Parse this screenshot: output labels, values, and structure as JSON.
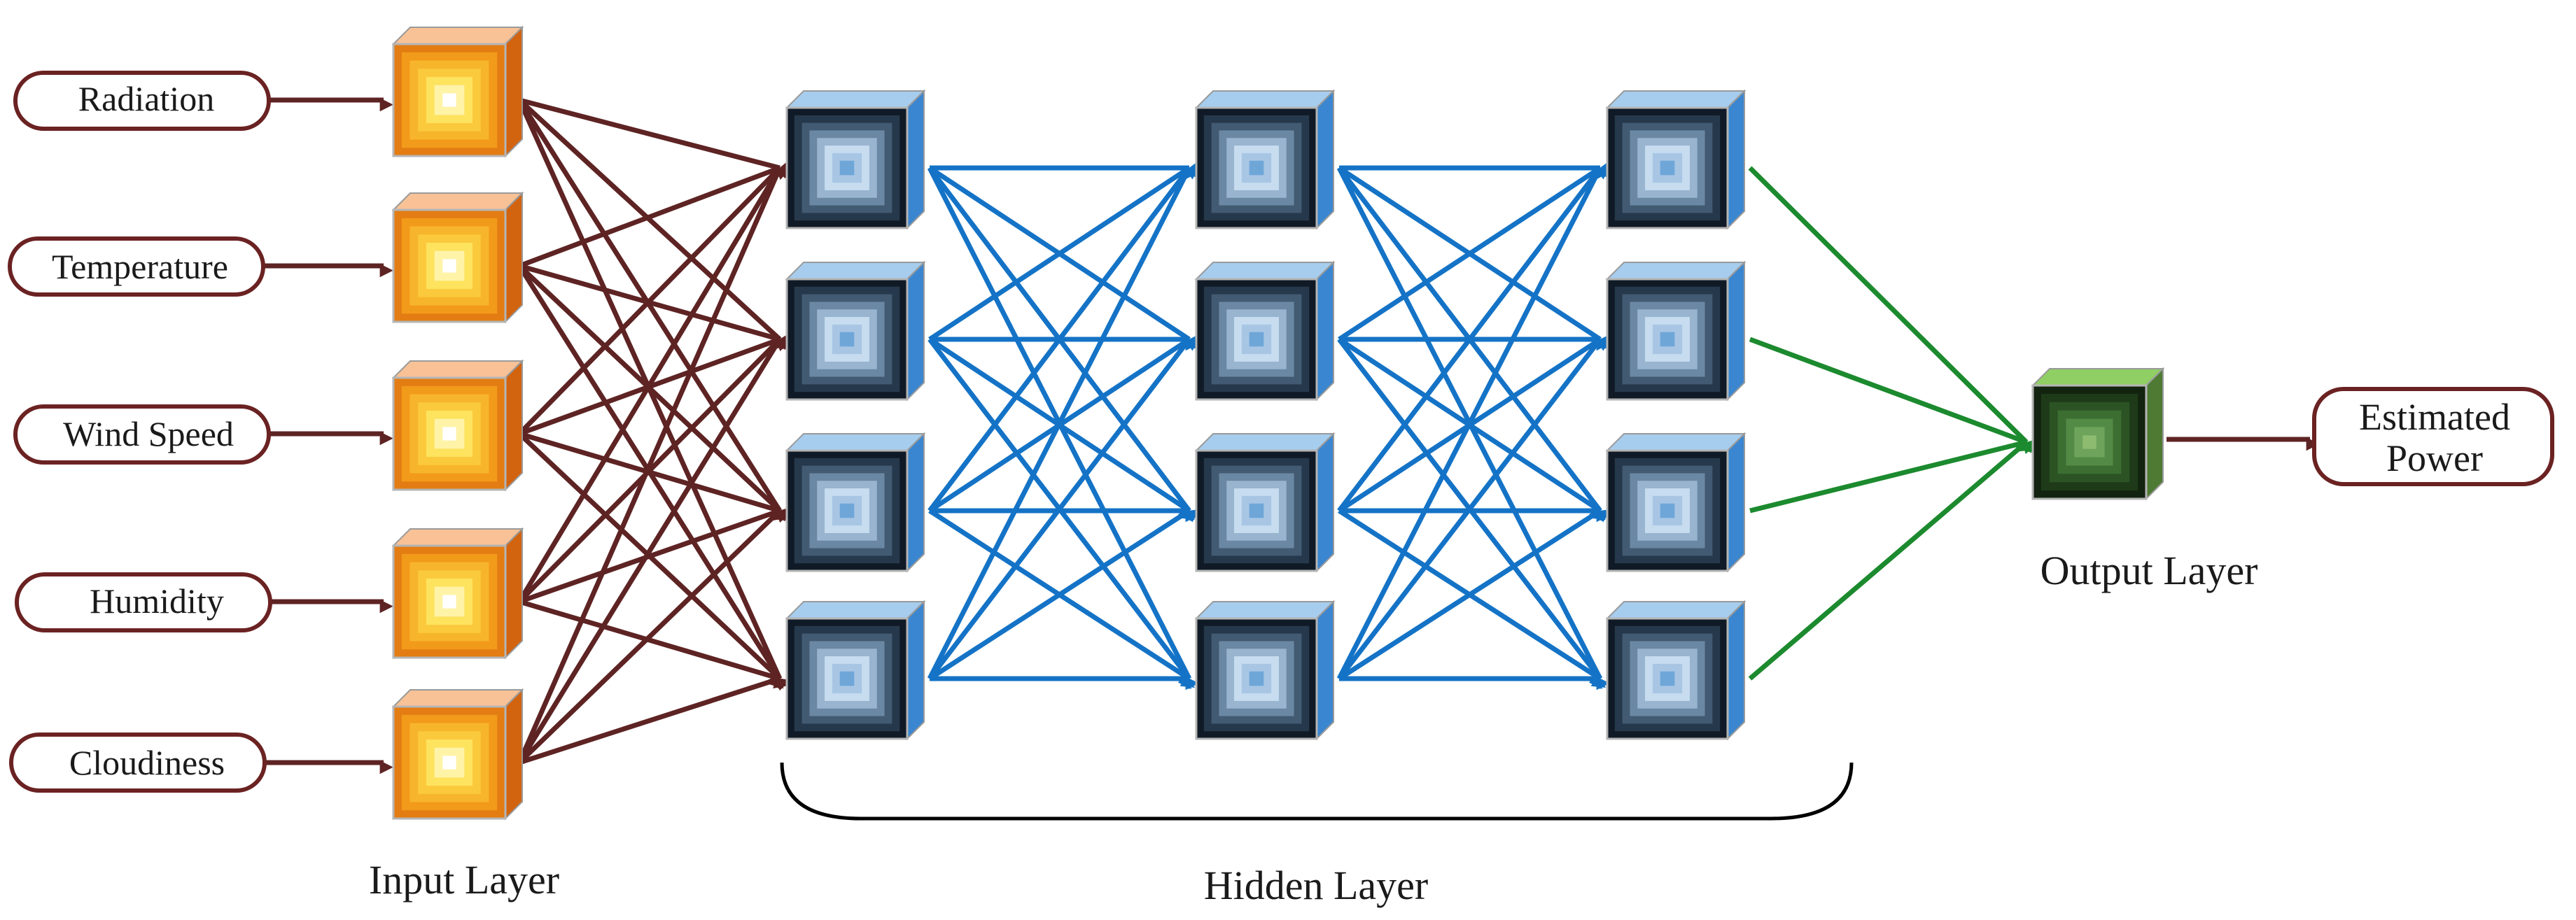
{
  "inputs": [
    "Radiation",
    "Temperature",
    "Wind Speed",
    "Humidity",
    "Cloudiness"
  ],
  "output_label": [
    "Estimated",
    "Power"
  ],
  "layers": {
    "input": "Input Layer",
    "hidden": "Hidden Layer",
    "output": "Output Layer"
  },
  "colors": {
    "input_links": "#5e2323",
    "hidden_links": "#1473c6",
    "output_links": "#1c8a2e",
    "input_node": "#f5a21d",
    "hidden_node": "#1d2c3c",
    "output_node": "#2c5a26",
    "label_border": "#6b2222"
  },
  "structure": {
    "input_nodes": 5,
    "hidden_layers": 3,
    "hidden_nodes_per_layer": 4,
    "output_nodes": 1
  }
}
